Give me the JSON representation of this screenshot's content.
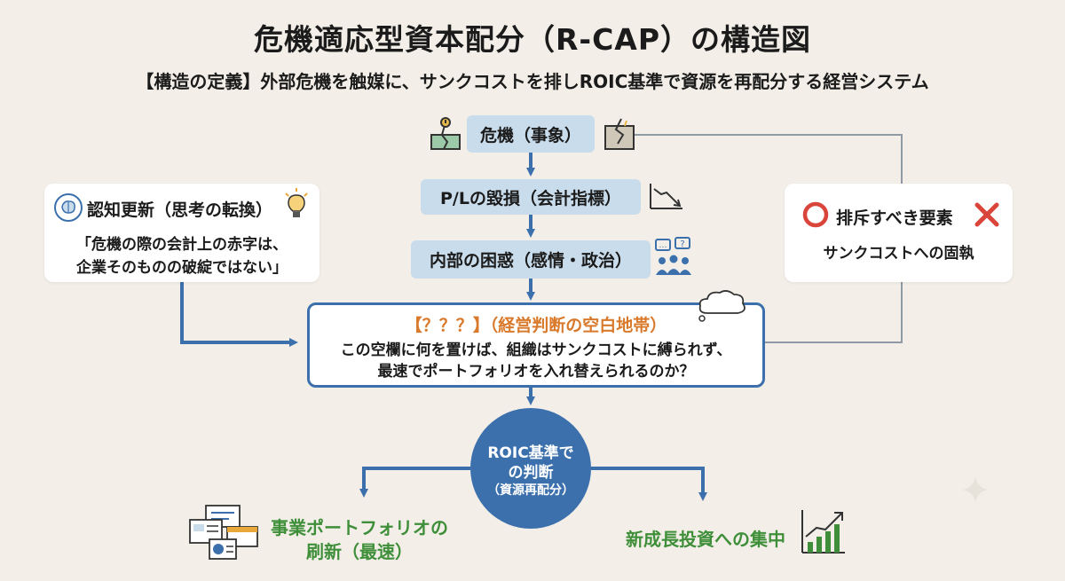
{
  "title": "危機適応型資本配分（R-CAP）の構造図",
  "subtitle": "【構造の定義】外部危機を触媒に、サンクコストを排しROIC基準で資源を再配分する経営システム",
  "flow": {
    "crisis": "危機（事象）",
    "pl": "P/Lの毀損（会計指標）",
    "internal": "内部の困惑（感情・政治）"
  },
  "cognitive": {
    "heading": "認知更新（思考の転換）",
    "quote_line1": "「危機の際の会計上の赤字は、",
    "quote_line2": "企業そのものの破綻ではない」"
  },
  "exclude": {
    "heading": "排斥すべき要素",
    "body": "サンクコストへの固執"
  },
  "center": {
    "heading": "【？？？】（経営判断の空白地帯）",
    "line1": "この空欄に何を置けば、組織はサンクコストに縛られず、",
    "line2": "最速でポートフォリオを入れ替えられるのか？"
  },
  "decision": {
    "line1": "ROIC基準で",
    "line2": "の判断",
    "line3": "（資源再配分）"
  },
  "outcomes": {
    "left_line1": "事業ポートフォリオの",
    "left_line2": "刷新（最速）",
    "right": "新成長投資への集中"
  },
  "colors": {
    "background": "#f3efe8",
    "pill": "#c9dcec",
    "accent_blue": "#3b70ad",
    "orange": "#d9792b",
    "green": "#3f8f3a",
    "red": "#d9453a"
  },
  "icons": [
    "crack-ground-icon",
    "broken-wall-icon",
    "chart-down-icon",
    "discussion-people-icon",
    "brain-head-icon",
    "lightbulb-icon",
    "circle-mark-icon",
    "cross-mark-icon",
    "thought-cloud-icon",
    "portfolio-screens-icon",
    "growth-chart-icon",
    "sparkle-icon"
  ]
}
